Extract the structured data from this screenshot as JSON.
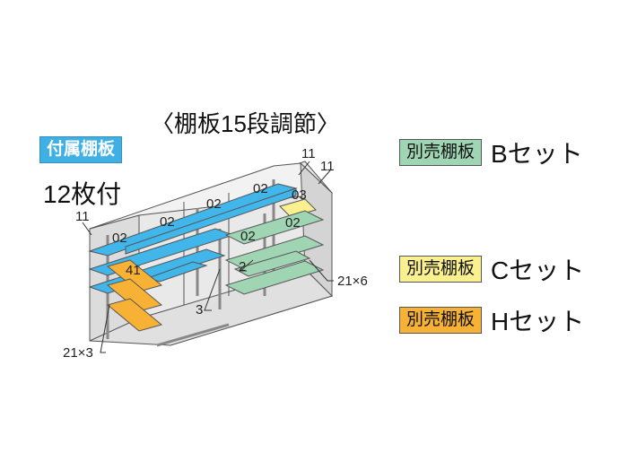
{
  "title": "〈棚板15段調節〉",
  "included_badge": "付属棚板",
  "included_count": "12枚付",
  "legend": [
    {
      "badge": "別売棚板",
      "set": "Bセット",
      "color": "#9fd5b2"
    },
    {
      "badge": "別売棚板",
      "set": "Cセット",
      "color": "#fbf08f"
    },
    {
      "badge": "別売棚板",
      "set": "Hセット",
      "color": "#f7b134"
    }
  ],
  "labels": {
    "top_11_a": "11",
    "top_11_b": "11",
    "left_11": "11",
    "code_03": "03",
    "code_02": "02",
    "code_41": "41",
    "code_3": "3",
    "code_2": "2",
    "dim_21x6": "21×6",
    "dim_21x3": "21×3"
  },
  "colors": {
    "blue": "#41b6ea",
    "green": "#9fd5b2",
    "yellow": "#fbf08f",
    "orange": "#f7b134",
    "frame": "#e6e6e6",
    "outline": "#555555"
  }
}
